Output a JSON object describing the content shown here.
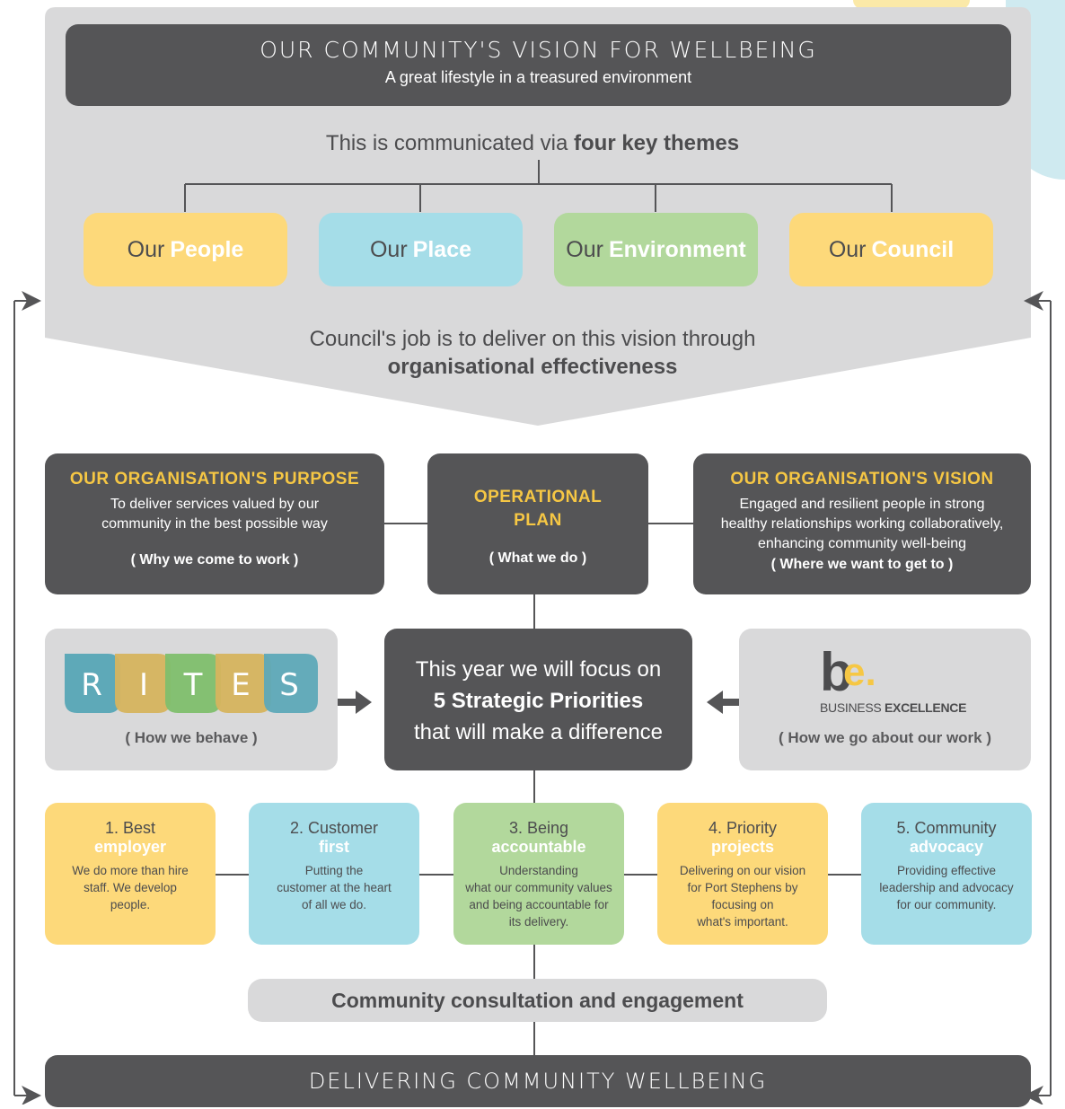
{
  "colors": {
    "panel_grey": "#d9d9da",
    "dark_grey": "#555557",
    "yellow": "#fdd97a",
    "blue": "#a5dde8",
    "green": "#b2d89c",
    "accent_gold": "#f6c744"
  },
  "vision": {
    "title": "OUR COMMUNITY'S VISION FOR WELLBEING",
    "subtitle": "A great lifestyle in a treasured environment"
  },
  "themes": {
    "intro_prefix": "This is communicated via ",
    "intro_bold": "four key themes",
    "items": [
      {
        "prefix": "Our",
        "name": "People",
        "color": "#fdd97a"
      },
      {
        "prefix": "Our",
        "name": "Place",
        "color": "#a5dde8"
      },
      {
        "prefix": "Our",
        "name": "Environment",
        "color": "#b2d89c"
      },
      {
        "prefix": "Our",
        "name": "Council",
        "color": "#fdd97a"
      }
    ]
  },
  "council_job": {
    "line1": "Council's job is to deliver on this vision through",
    "line2": "organisational effectiveness"
  },
  "purpose": {
    "heading": "OUR ORGANISATION'S PURPOSE",
    "line1": "To deliver services valued by our",
    "line2": "community in the best possible way",
    "why": "( Why we come to work )"
  },
  "operational": {
    "heading1": "OPERATIONAL",
    "heading2": "PLAN",
    "why": "( What we do )"
  },
  "org_vision": {
    "heading": "OUR ORGANISATION'S VISION",
    "line1": "Engaged and resilient people in strong",
    "line2": "healthy relationships working collaboratively,",
    "line3": "enhancing community well-being",
    "why": "( Where we want to get to )"
  },
  "rites": {
    "letters": [
      "R",
      "I",
      "T",
      "E",
      "S"
    ],
    "caption": "( How we behave )"
  },
  "focus": {
    "line1": "This year we will focus on",
    "line2": "5 Strategic Priorities",
    "line3": "that will make a difference"
  },
  "business_excellence": {
    "logo_b": "b",
    "logo_e": "e.",
    "label_light": "BUSINESS ",
    "label_bold": "EXCELLENCE",
    "caption": "( How we go about our work )"
  },
  "priorities": [
    {
      "number": "1. Best",
      "highlight": "employer",
      "desc": [
        "We do more than hire",
        "staff. We develop",
        "people."
      ],
      "color": "#fdd97a"
    },
    {
      "number": "2. Customer",
      "highlight": "first",
      "desc": [
        "Putting the",
        "customer at the heart",
        "of all we do."
      ],
      "color": "#a5dde8"
    },
    {
      "number": "3. Being",
      "highlight": "accountable",
      "desc": [
        "Understanding",
        "what our community values",
        "and being accountable for",
        "its delivery."
      ],
      "color": "#b2d89c"
    },
    {
      "number": "4. Priority",
      "highlight": "projects",
      "desc": [
        "Delivering on our vision",
        "for Port Stephens by",
        "focusing on",
        "what's important."
      ],
      "color": "#fdd97a"
    },
    {
      "number": "5. Community",
      "highlight": "advocacy",
      "desc": [
        "Providing effective",
        "leadership and advocacy",
        "for our community."
      ],
      "color": "#a5dde8"
    }
  ],
  "consultation": "Community consultation and engagement",
  "delivering": "DELIVERING COMMUNITY WELLBEING"
}
